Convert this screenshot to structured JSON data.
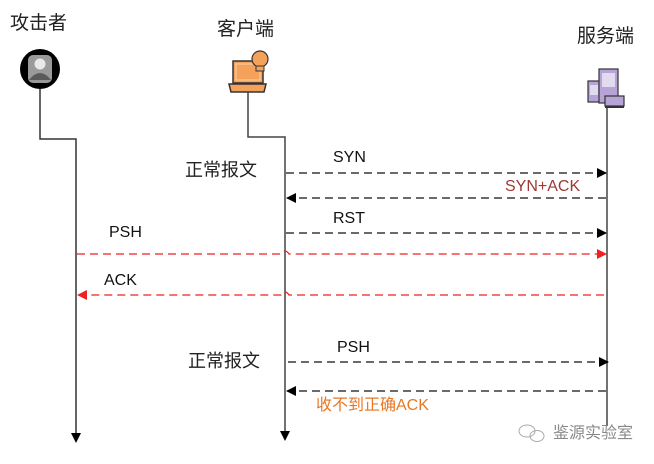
{
  "actors": {
    "attacker": {
      "label": "攻击者",
      "icon": "user-avatar-icon"
    },
    "client": {
      "label": "客户端",
      "icon": "laptop-lightbulb-icon"
    },
    "server": {
      "label": "服务端",
      "icon": "server-buildings-icon"
    }
  },
  "notes": {
    "normal_1": "正常报文",
    "normal_2": "正常报文"
  },
  "messages": [
    {
      "label": "SYN",
      "from": "client",
      "to": "server",
      "style": "dashed",
      "color": "#111111",
      "label_color": "#111111"
    },
    {
      "label": "SYN+ACK",
      "from": "server",
      "to": "client",
      "style": "dashed",
      "color": "#111111",
      "label_color": "#9b3a36"
    },
    {
      "label": "RST",
      "from": "client",
      "to": "server",
      "style": "dashed",
      "color": "#111111",
      "label_color": "#111111"
    },
    {
      "label": "PSH",
      "from": "attacker",
      "to": "server",
      "style": "dashed",
      "color": "#ee2222",
      "label_color": "#111111"
    },
    {
      "label": "ACK",
      "from": "server",
      "to": "attacker",
      "style": "dashed",
      "color": "#ee2222",
      "label_color": "#111111"
    },
    {
      "label": "PSH",
      "from": "client",
      "to": "server",
      "style": "dashed",
      "color": "#111111",
      "label_color": "#111111"
    },
    {
      "label": "收不到正确ACK",
      "from": "server",
      "to": "client",
      "style": "dashed",
      "color": "#111111",
      "label_color": "#e87722"
    }
  ],
  "watermark": {
    "text": "鉴源实验室",
    "icon": "wechat-icon"
  },
  "colors": {
    "attack": "#ee2222",
    "normal": "#111111",
    "synack_label": "#9b3a36",
    "warning_label": "#e87722",
    "client_icon": "#f4a15c",
    "server_icon": "#b7a4d6"
  }
}
